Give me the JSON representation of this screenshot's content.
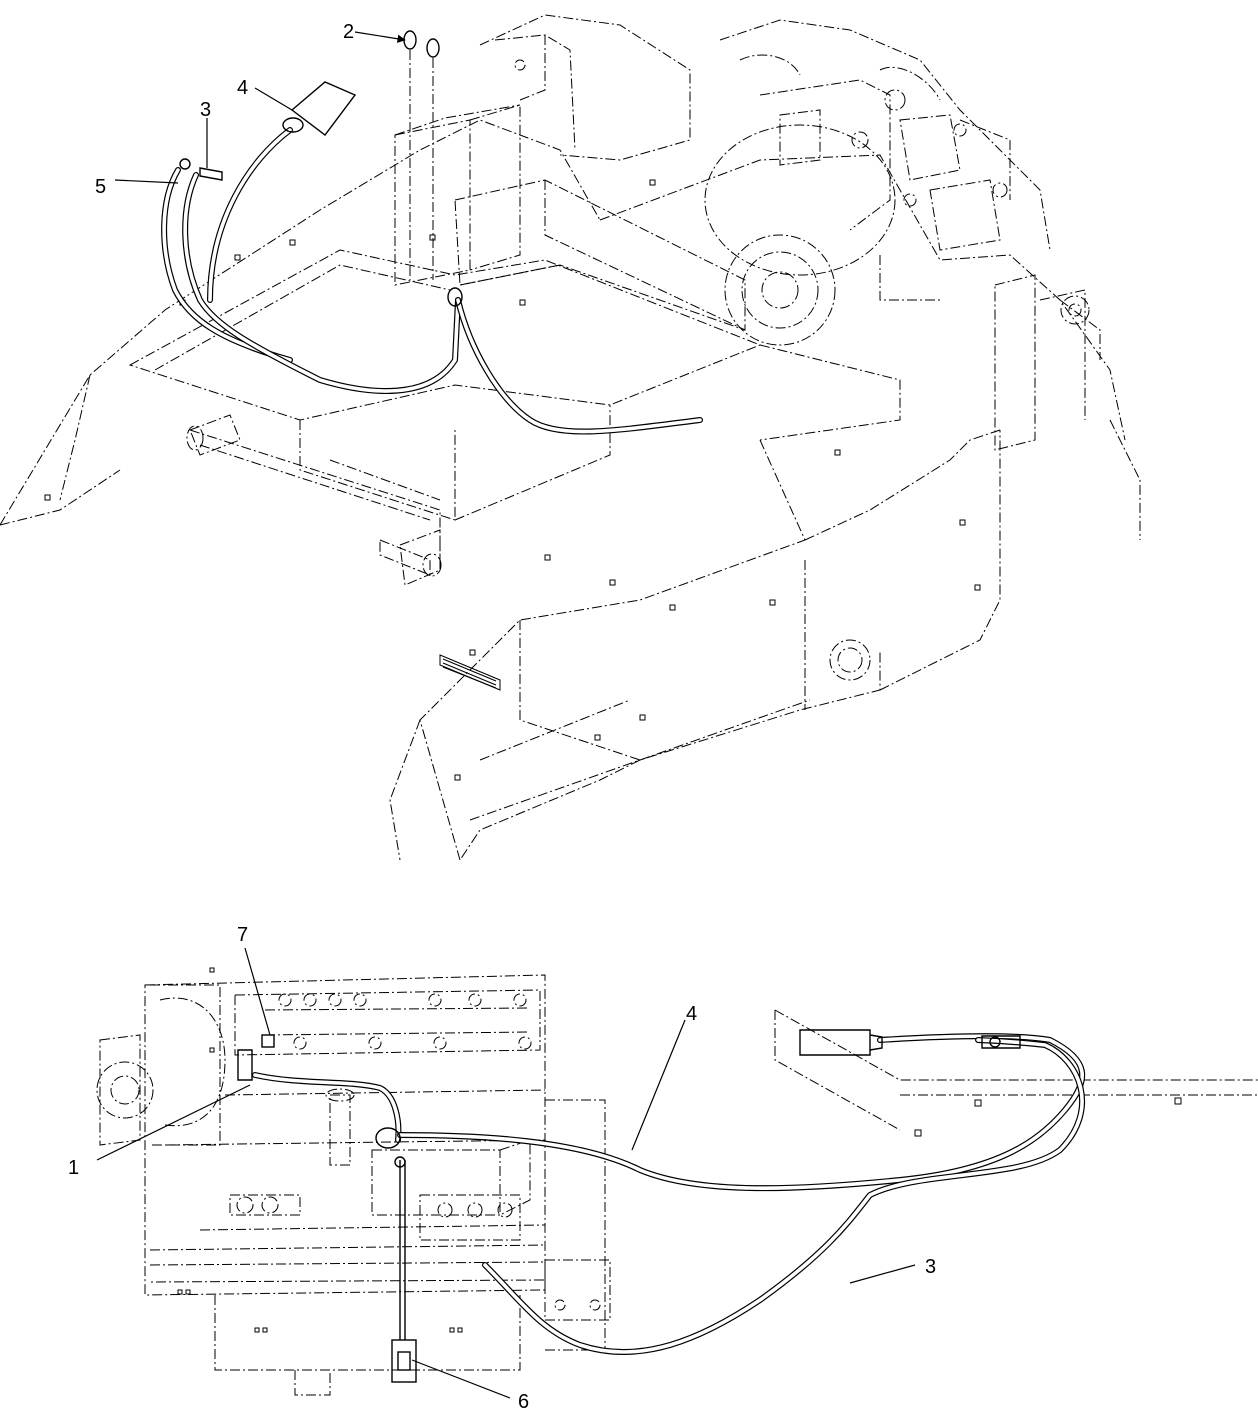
{
  "callouts": [
    {
      "id": "c1",
      "label": "1"
    },
    {
      "id": "c2",
      "label": "2"
    },
    {
      "id": "c3a",
      "label": "3"
    },
    {
      "id": "c3b",
      "label": "3"
    },
    {
      "id": "c4a",
      "label": "4"
    },
    {
      "id": "c4b",
      "label": "4"
    },
    {
      "id": "c5",
      "label": "5"
    },
    {
      "id": "c6",
      "label": "6"
    },
    {
      "id": "c7",
      "label": "7"
    }
  ]
}
